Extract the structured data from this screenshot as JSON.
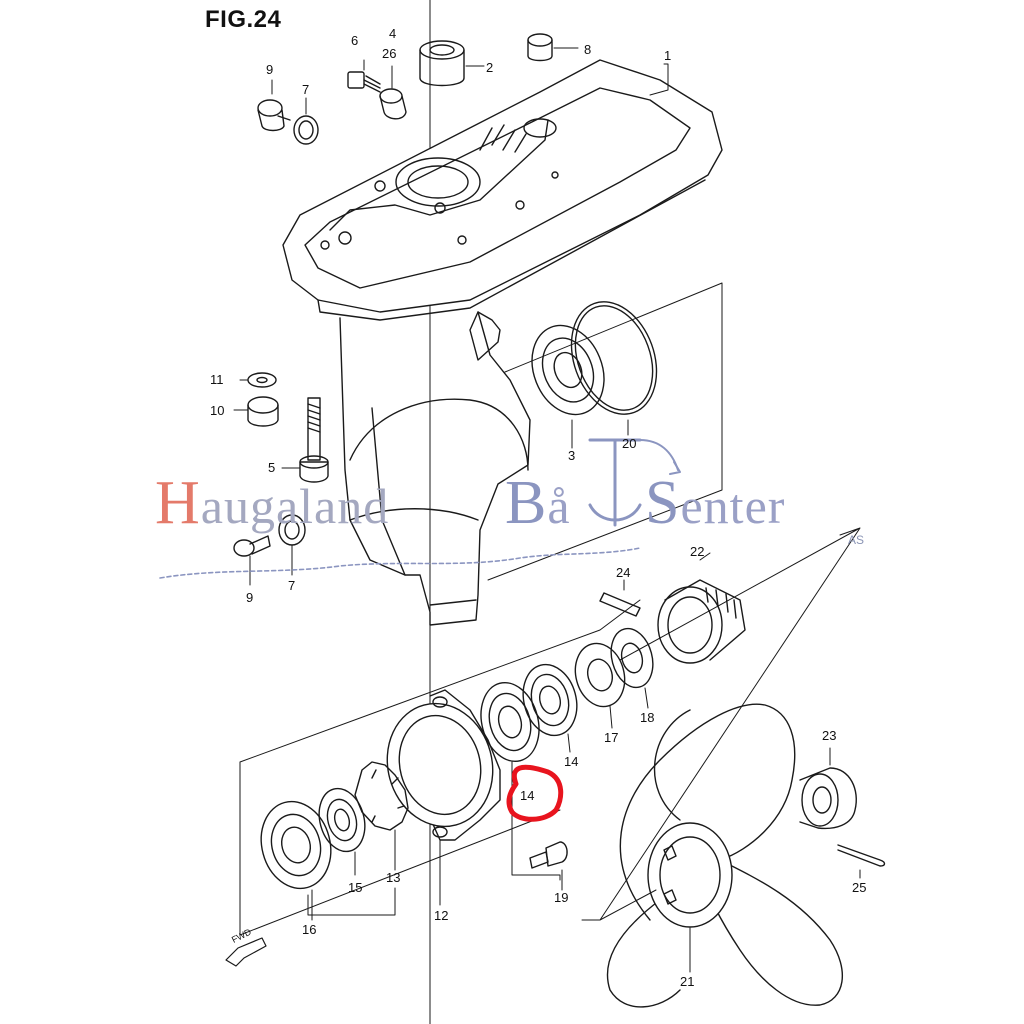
{
  "figure": {
    "title": "FIG.24"
  },
  "watermark": {
    "word1_cap": "H",
    "word1_rest": "augaland",
    "word2_cap": "B",
    "word2_rest": "å",
    "word3_cap": "S",
    "word3_rest": "enter",
    "suffix": "AS"
  },
  "fwd_label": "FWD",
  "callouts": {
    "c1": "1",
    "c2": "2",
    "c3": "3",
    "c4": "4",
    "c26": "26",
    "c5": "5",
    "c6": "6",
    "c7a": "7",
    "c7b": "7",
    "c8": "8",
    "c9a": "9",
    "c9b": "9",
    "c10": "10",
    "c11": "11",
    "c12": "12",
    "c13": "13",
    "c14a": "14",
    "c14b": "14",
    "c15": "15",
    "c16": "16",
    "c17": "17",
    "c18": "18",
    "c19": "19",
    "c20": "20",
    "c21": "21",
    "c22": "22",
    "c23": "23",
    "c24": "24",
    "c25": "25"
  },
  "colors": {
    "line": "#1a1a1a",
    "highlight": "#e8141e",
    "watermark_red": "#e47a6a",
    "watermark_blue": "#8b95c0"
  }
}
